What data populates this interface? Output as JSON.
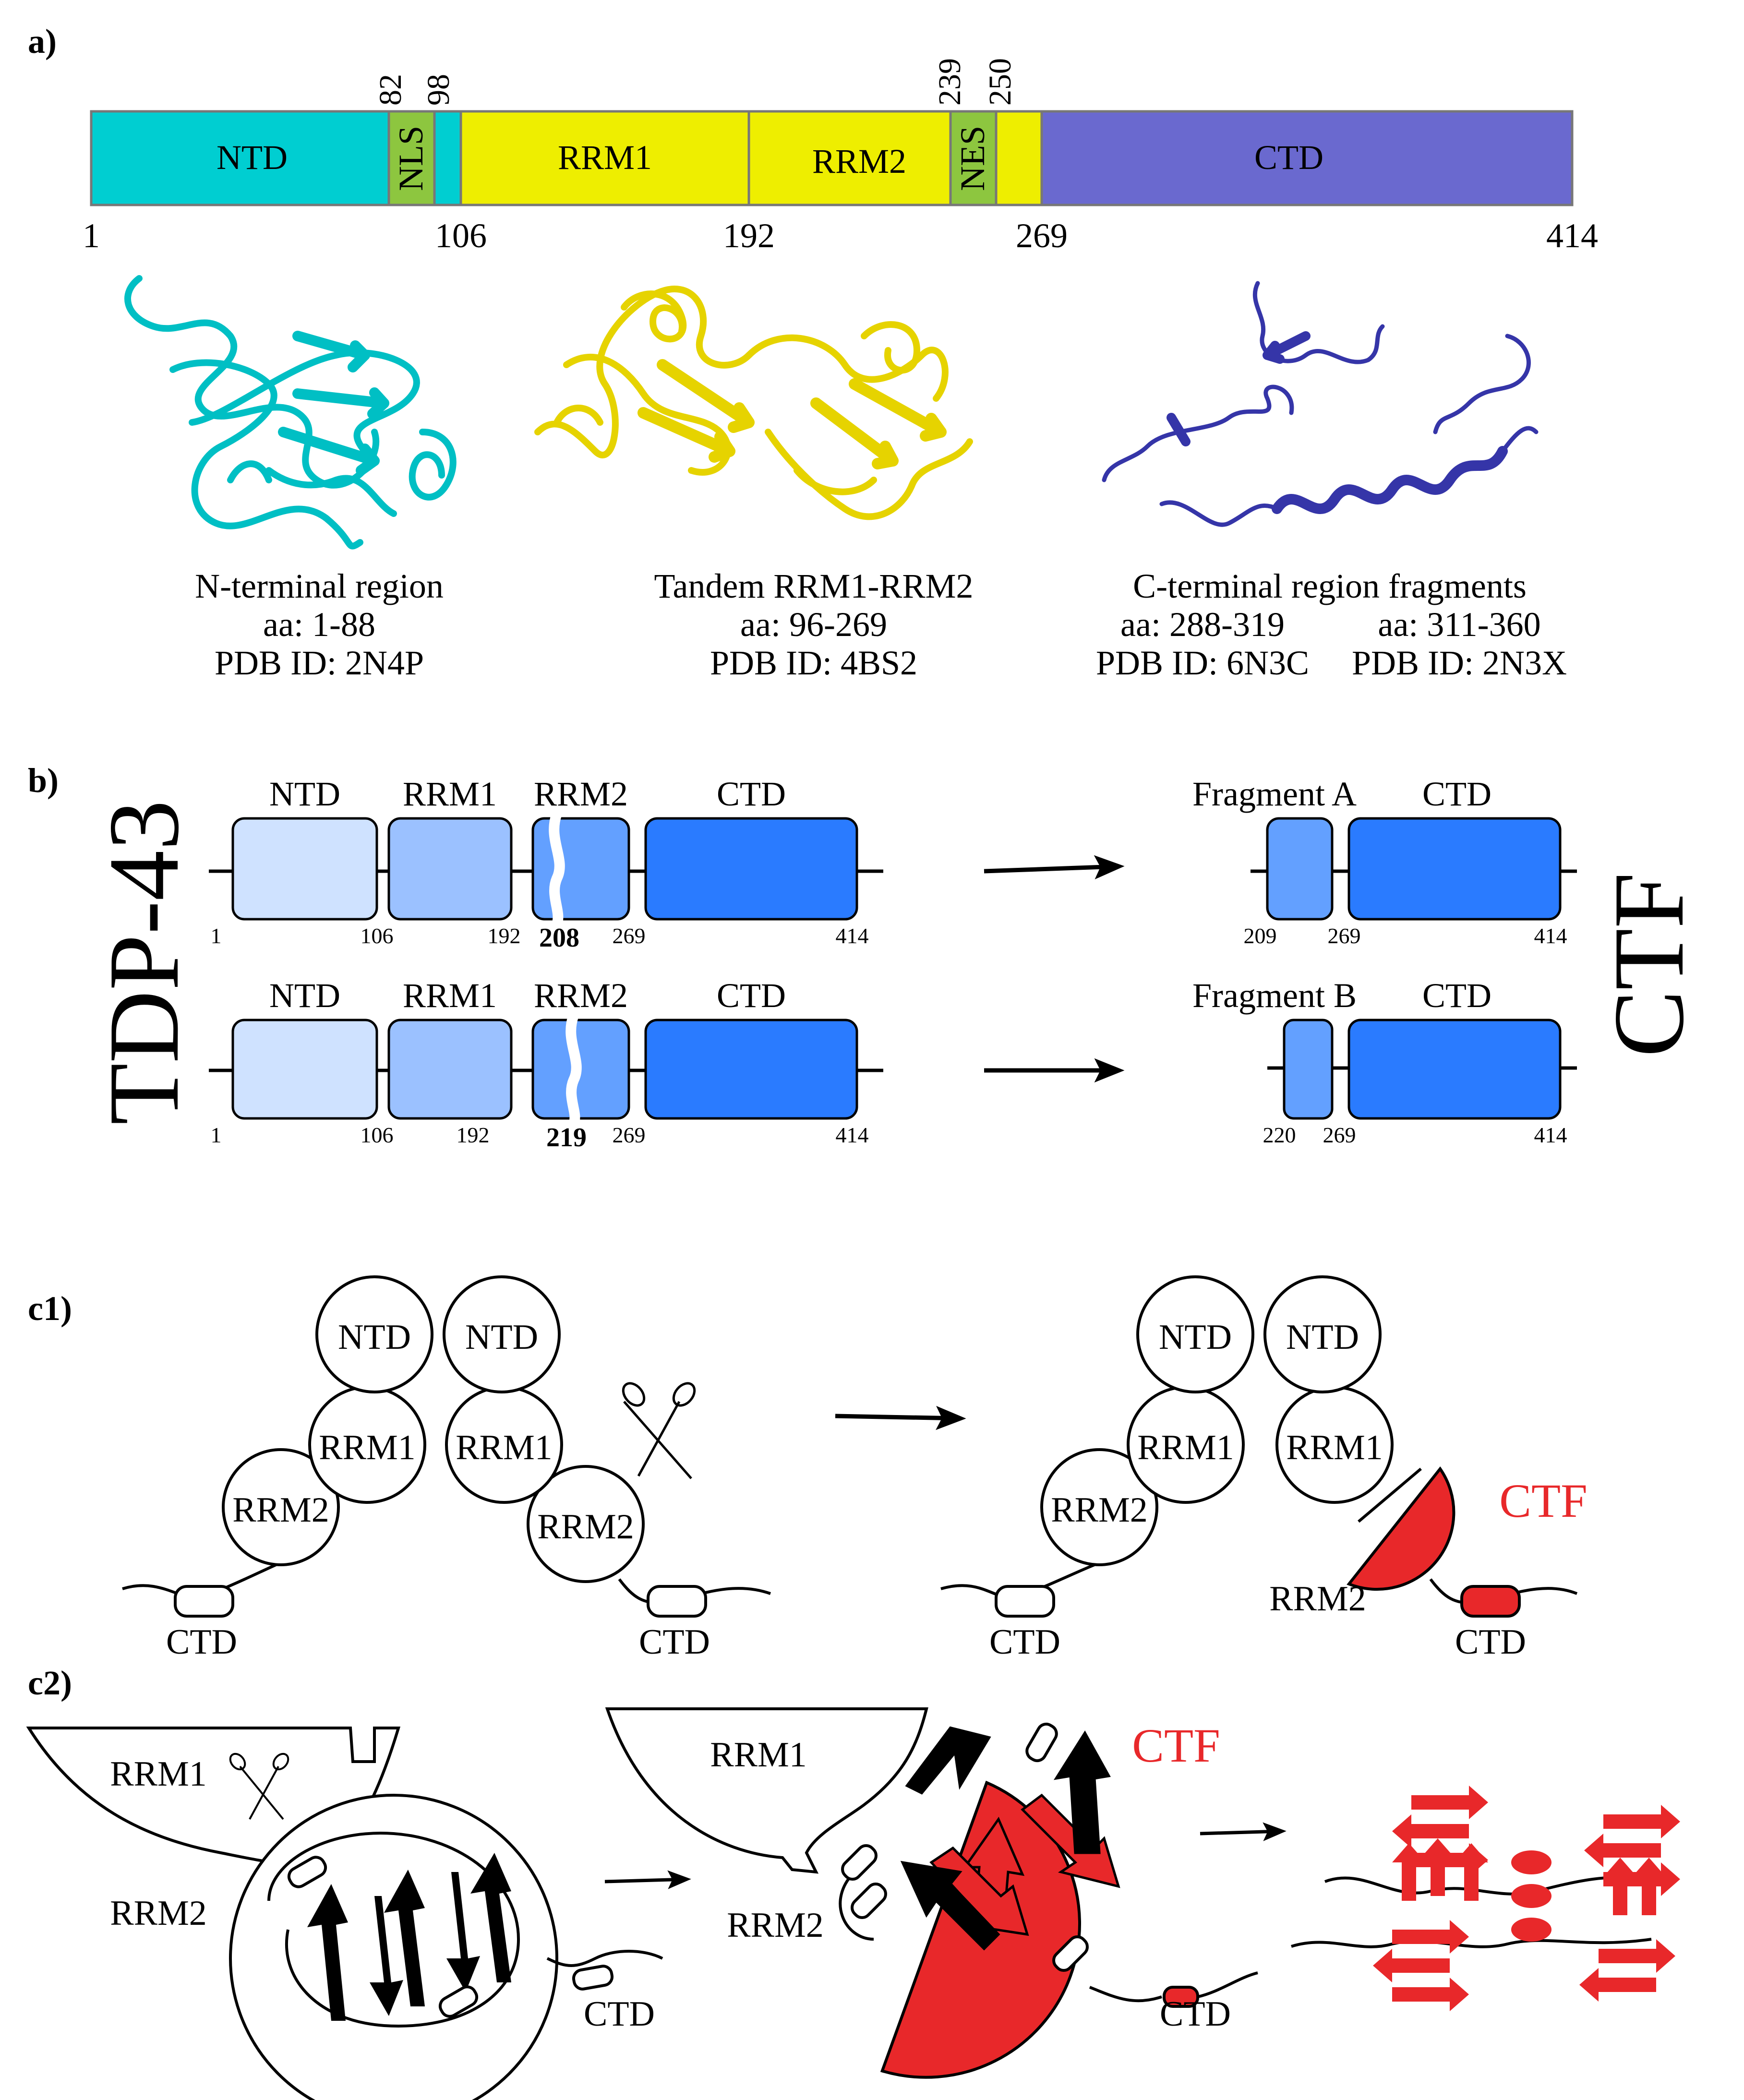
{
  "panel_labels": {
    "a": "a)",
    "b": "b)",
    "c1": "c1)",
    "c2": "c2)"
  },
  "colors": {
    "ntd": "#00CED1",
    "nls_nes": "#8DC63F",
    "rrm": "#EEEE00",
    "ctd": "#6A69CF",
    "ctd_dark": "#3535A8",
    "b_ntd": "#CFE2FF",
    "b_rrm1": "#9BC1FF",
    "b_rrm2": "#63A0FF",
    "b_ctd": "#2A7BFF",
    "ctf_red": "#E8282A"
  },
  "panel_a": {
    "domain_bar": {
      "segments": {
        "ntd": "NTD",
        "nls": "NLS",
        "rrm1": "RRM1",
        "rrm2": "RRM2",
        "nes": "NES",
        "ctd": "CTD"
      },
      "top_ticks": {
        "t82": "82",
        "t98": "98",
        "t239": "239",
        "t250": "250"
      },
      "bottom_ticks": {
        "t1": "1",
        "t106": "106",
        "t192": "192",
        "t269": "269",
        "t414": "414"
      }
    },
    "structures": {
      "n_terminal": {
        "title": "N-terminal region",
        "aa": "aa: 1-88",
        "pdb": "PDB ID: 2N4P",
        "icon": "protein-cartoon-ntd"
      },
      "tandem": {
        "title": "Tandem RRM1-RRM2",
        "aa": "aa: 96-269",
        "pdb": "PDB ID: 4BS2",
        "icon": "protein-cartoon-rrm"
      },
      "c_terminal": {
        "title": "C-terminal region fragments",
        "aa1": "aa: 288-319",
        "aa2": "aa: 311-360",
        "pdb1": "PDB ID: 6N3C",
        "pdb2": "PDB ID: 2N3X",
        "icon": "protein-cartoon-ctd"
      }
    }
  },
  "panel_b": {
    "tdp_label": "TDP-43",
    "ctf_label": "CTF",
    "row1": {
      "domains": {
        "ntd": "NTD",
        "rrm1": "RRM1",
        "rrm2": "RRM2",
        "ctd": "CTD"
      },
      "nums": {
        "n1": "1",
        "n106": "106",
        "n192": "192",
        "cut": "208",
        "n269": "269",
        "n414": "414"
      },
      "fragment": {
        "label": "Fragment A",
        "ctd": "CTD",
        "n_start": "209",
        "n269": "269",
        "n414": "414"
      }
    },
    "row2": {
      "domains": {
        "ntd": "NTD",
        "rrm1": "RRM1",
        "rrm2": "RRM2",
        "ctd": "CTD"
      },
      "nums": {
        "n1": "1",
        "n106": "106",
        "n192": "192",
        "cut": "219",
        "n269": "269",
        "n414": "414"
      },
      "fragment": {
        "label": "Fragment B",
        "ctd": "CTD",
        "n_start": "220",
        "n269": "269",
        "n414": "414"
      }
    }
  },
  "panel_c1": {
    "left": {
      "ntd1": "NTD",
      "ntd2": "NTD",
      "rrm1a": "RRM1",
      "rrm1b": "RRM1",
      "rrm2a": "RRM2",
      "rrm2b": "RRM2",
      "ctd1": "CTD",
      "ctd2": "CTD"
    },
    "right": {
      "ntd1": "NTD",
      "ntd2": "NTD",
      "rrm1a": "RRM1",
      "rrm1b": "RRM1",
      "rrm2a": "RRM2",
      "rrm2b": "RRM2",
      "ctd1": "CTD",
      "ctd2": "CTD",
      "ctf": "CTF"
    }
  },
  "panel_c2": {
    "left": {
      "rrm1": "RRM1",
      "rrm2": "RRM2",
      "ctd": "CTD"
    },
    "middle": {
      "rrm1": "RRM1",
      "rrm2": "RRM2",
      "ctd": "CTD",
      "ctf": "CTF"
    }
  }
}
